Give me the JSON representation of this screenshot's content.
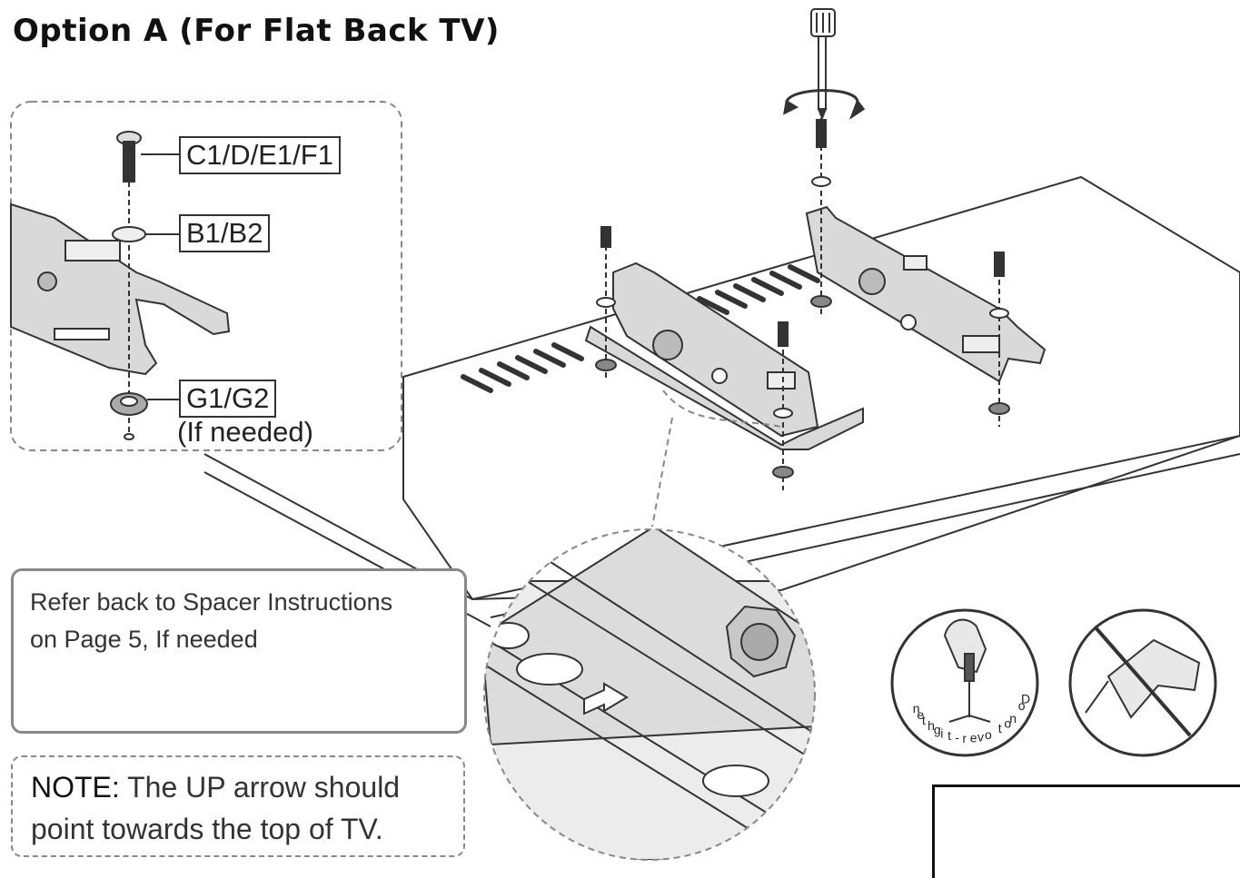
{
  "title": "Option A (For Flat Back TV)",
  "inset": {
    "labels": {
      "screw": "C1/D/E1/F1",
      "washer": "B1/B2",
      "spacer": "G1/G2",
      "spacer_note": "(If needed)"
    }
  },
  "refer": {
    "line1": "Refer back to Spacer Instructions",
    "line2": "on Page 5, If needed"
  },
  "note": {
    "prefix": "NOTE:",
    "line1_rest": " The UP arrow should",
    "line2": "point towards the top of TV."
  },
  "warning": {
    "curved_text": "Do not over-tighten"
  },
  "colors": {
    "line": "#333333",
    "metal": "#d9d9d9",
    "metal_dark": "#9a9a9a",
    "dashed": "#888888"
  },
  "icons": [
    "screwdriver-icon",
    "rotate-arrow-icon",
    "phillips-plus-icon",
    "power-drill-icon",
    "hand-screwdriver-icon"
  ]
}
